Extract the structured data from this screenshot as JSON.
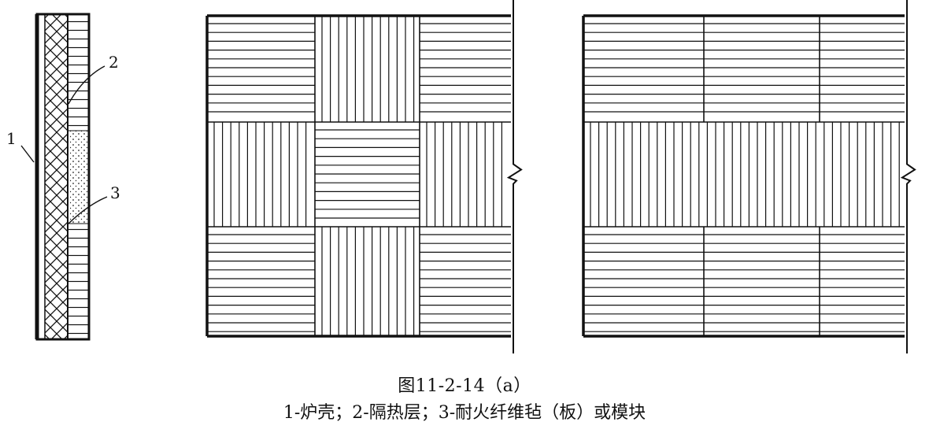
{
  "figure": {
    "caption_title": "图11-2-14（a）",
    "caption_legend": "1-炉壳；2-隔热层；3-耐火纤维毡（板）或模块",
    "callouts": [
      {
        "number": "1"
      },
      {
        "number": "2"
      },
      {
        "number": "3"
      }
    ],
    "components": [
      {
        "id": 1,
        "name": "炉壳",
        "hatch": "diagonal-wall"
      },
      {
        "id": 2,
        "name": "隔热层",
        "hatch": "cross-hatch"
      },
      {
        "id": 3,
        "name": "耐火纤维毡（板）或模块",
        "hatch": "horizontal-and-dotted"
      }
    ],
    "panels": [
      {
        "name": "parquet-layout",
        "rows": [
          [
            "horizontal",
            "vertical",
            "horizontal"
          ],
          [
            "vertical",
            "horizontal",
            "vertical"
          ],
          [
            "horizontal",
            "vertical",
            "horizontal"
          ]
        ]
      },
      {
        "name": "soldier-course-layout",
        "rows": [
          [
            "horizontal",
            "horizontal",
            "horizontal"
          ],
          [
            "vertical"
          ],
          [
            "horizontal",
            "horizontal",
            "horizontal"
          ]
        ]
      }
    ]
  }
}
